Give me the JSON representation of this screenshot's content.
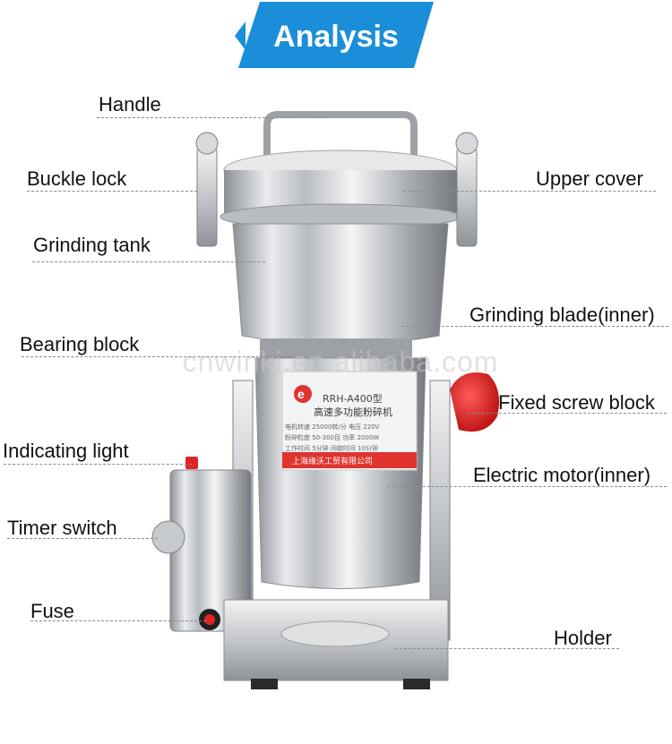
{
  "banner": {
    "title": "Analysis",
    "color": "#1a8ed8"
  },
  "watermark": "cnwinki.en.alibaba.com",
  "product": {
    "model": "RRH-A400型",
    "name": "高速多功能粉碎机",
    "spec_lines": [
      "电机转速 25000转/分   电压 220V",
      "粉碎粒度 50-300目   功率 2000W",
      "工作时间 5分钟   间歇时间 10分钟"
    ],
    "company": "上海缘沃工贸有限公司",
    "logo": "e"
  },
  "labels": {
    "handle": "Handle",
    "buckle_lock": "Buckle lock",
    "upper_cover": "Upper cover",
    "grinding_tank": "Grinding tank",
    "grinding_blade": "Grinding blade(inner)",
    "bearing_block": "Bearing block",
    "fixed_screw_block": "Fixed screw block",
    "indicating_light": "Indicating light",
    "electric_motor": "Electric motor(inner)",
    "timer_switch": "Timer switch",
    "fuse": "Fuse",
    "holder": "Holder"
  },
  "colors": {
    "accent_red": "#e02424",
    "label_red_band": "#e0342f",
    "steel": "#c9ccd0"
  }
}
